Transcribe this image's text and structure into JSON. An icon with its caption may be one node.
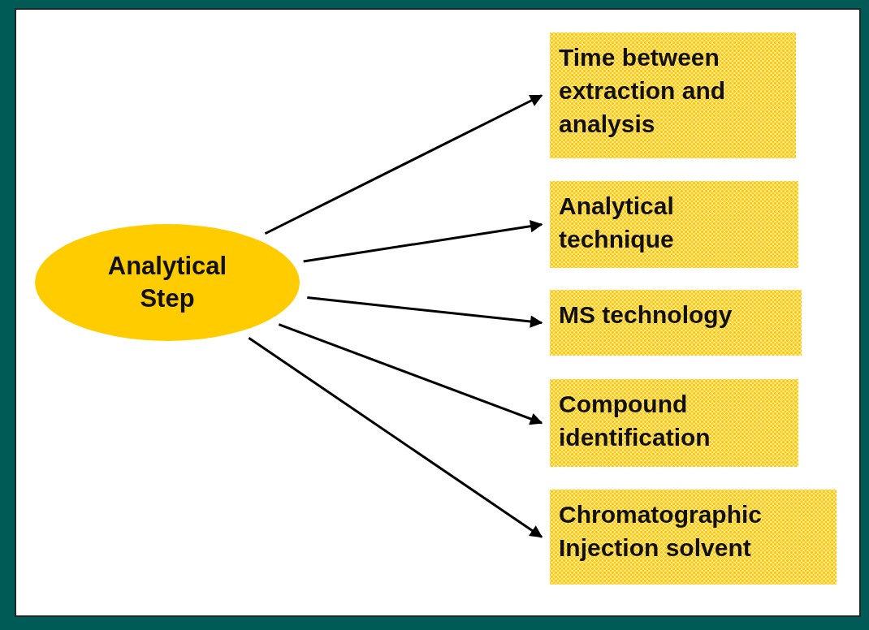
{
  "diagram": {
    "nodes": [
      {
        "text": [
          "Analytical Step"
        ]
      },
      {
        "text": [
          "Time between extraction and analysis"
        ]
      },
      {
        "text": [
          "Analytical technique"
        ]
      },
      {
        "text": [
          "MS technology"
        ]
      },
      {
        "text": [
          "Compound identification"
        ]
      },
      {
        "text": [
          "Chromatographic Injection solvent"
        ]
      }
    ],
    "edges": [
      {
        "from": 0,
        "to": 1,
        "arrow": "to"
      },
      {
        "from": 0,
        "to": 2,
        "arrow": "to"
      },
      {
        "from": 0,
        "to": 3,
        "arrow": "to"
      },
      {
        "from": 0,
        "to": 4,
        "arrow": "to"
      },
      {
        "from": 0,
        "to": 5,
        "arrow": "to"
      }
    ]
  }
}
